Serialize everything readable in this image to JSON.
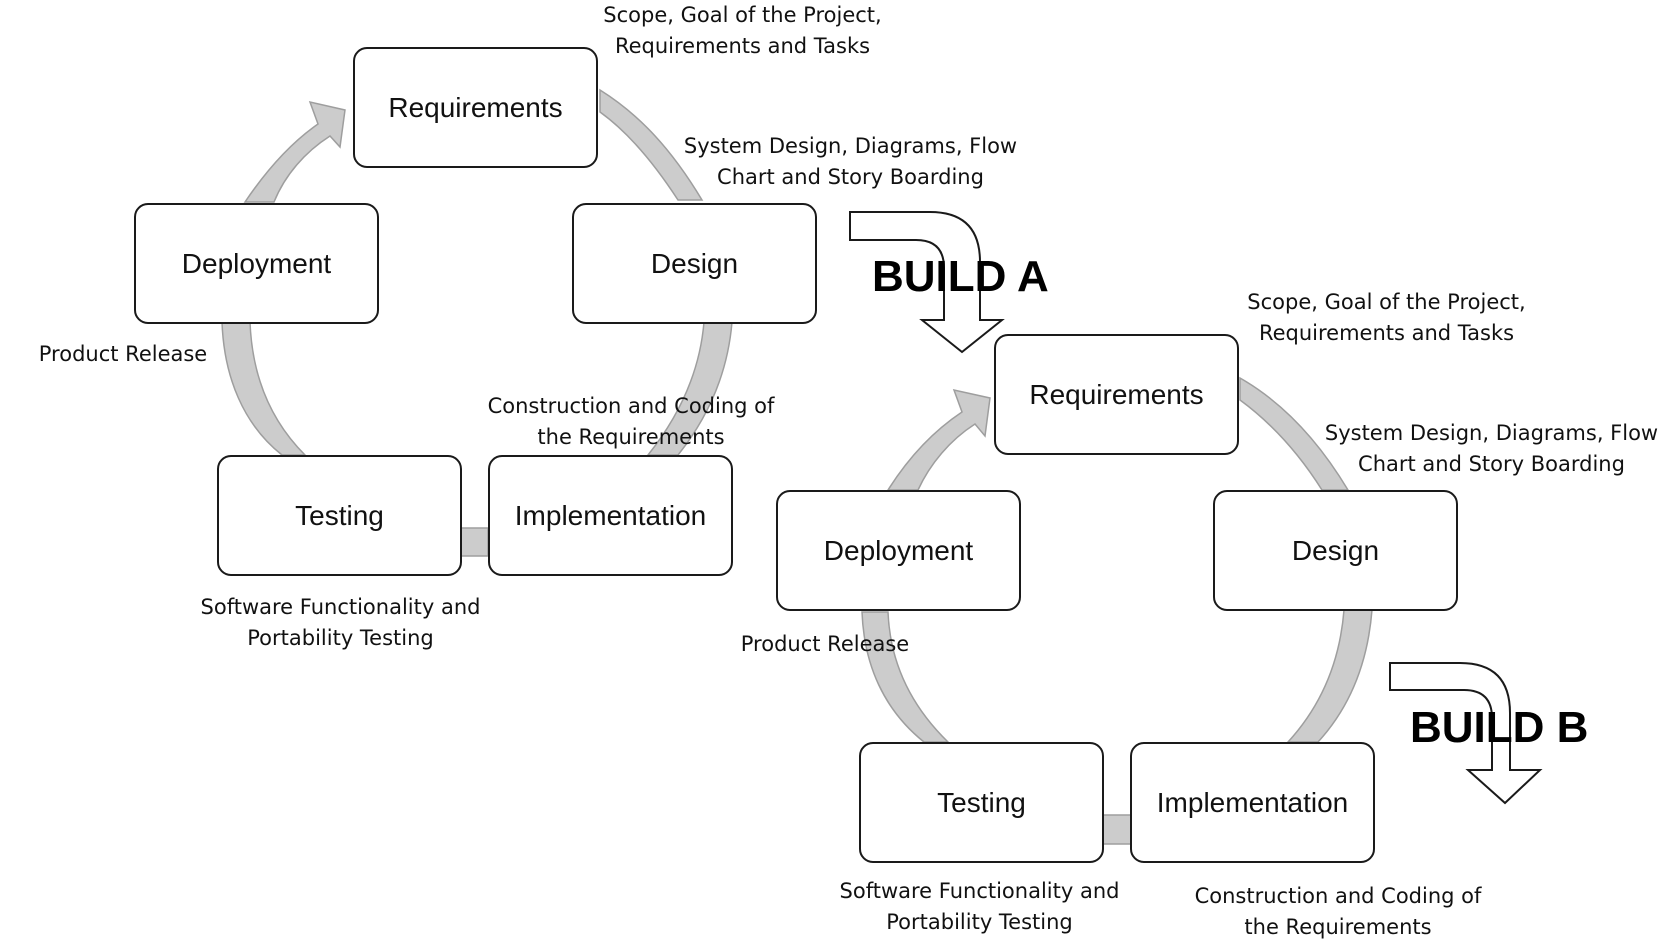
{
  "build_a": {
    "label": "BUILD A",
    "phases": {
      "requirements": "Requirements",
      "design": "Design",
      "implementation": "Implementation",
      "testing": "Testing",
      "deployment": "Deployment"
    },
    "notes": {
      "scope": [
        "Scope, Goal of the Project,",
        "Requirements and Tasks"
      ],
      "design": [
        "System Design, Diagrams, Flow",
        "Chart and Story Boarding"
      ],
      "construction": [
        "Construction and Coding of",
        "the Requirements"
      ],
      "testing": [
        "Software Functionality and",
        "Portability Testing"
      ],
      "release": "Product Release"
    }
  },
  "build_b": {
    "label": "BUILD B",
    "phases": {
      "requirements": "Requirements",
      "design": "Design",
      "implementation": "Implementation",
      "testing": "Testing",
      "deployment": "Deployment"
    },
    "notes": {
      "scope": [
        "Scope, Goal of the Project,",
        "Requirements and Tasks"
      ],
      "design": [
        "System Design, Diagrams, Flow",
        "Chart and Story Boarding"
      ],
      "construction": [
        "Construction and Coding of",
        "the Requirements"
      ],
      "testing": [
        "Software Functionality and",
        "Portability Testing"
      ],
      "release": "Product Release"
    }
  },
  "colors": {
    "connector_fill": "#cccccc",
    "connector_stroke": "#9e9e9e",
    "box_border": "#1a1a1a",
    "text": "#111111"
  }
}
